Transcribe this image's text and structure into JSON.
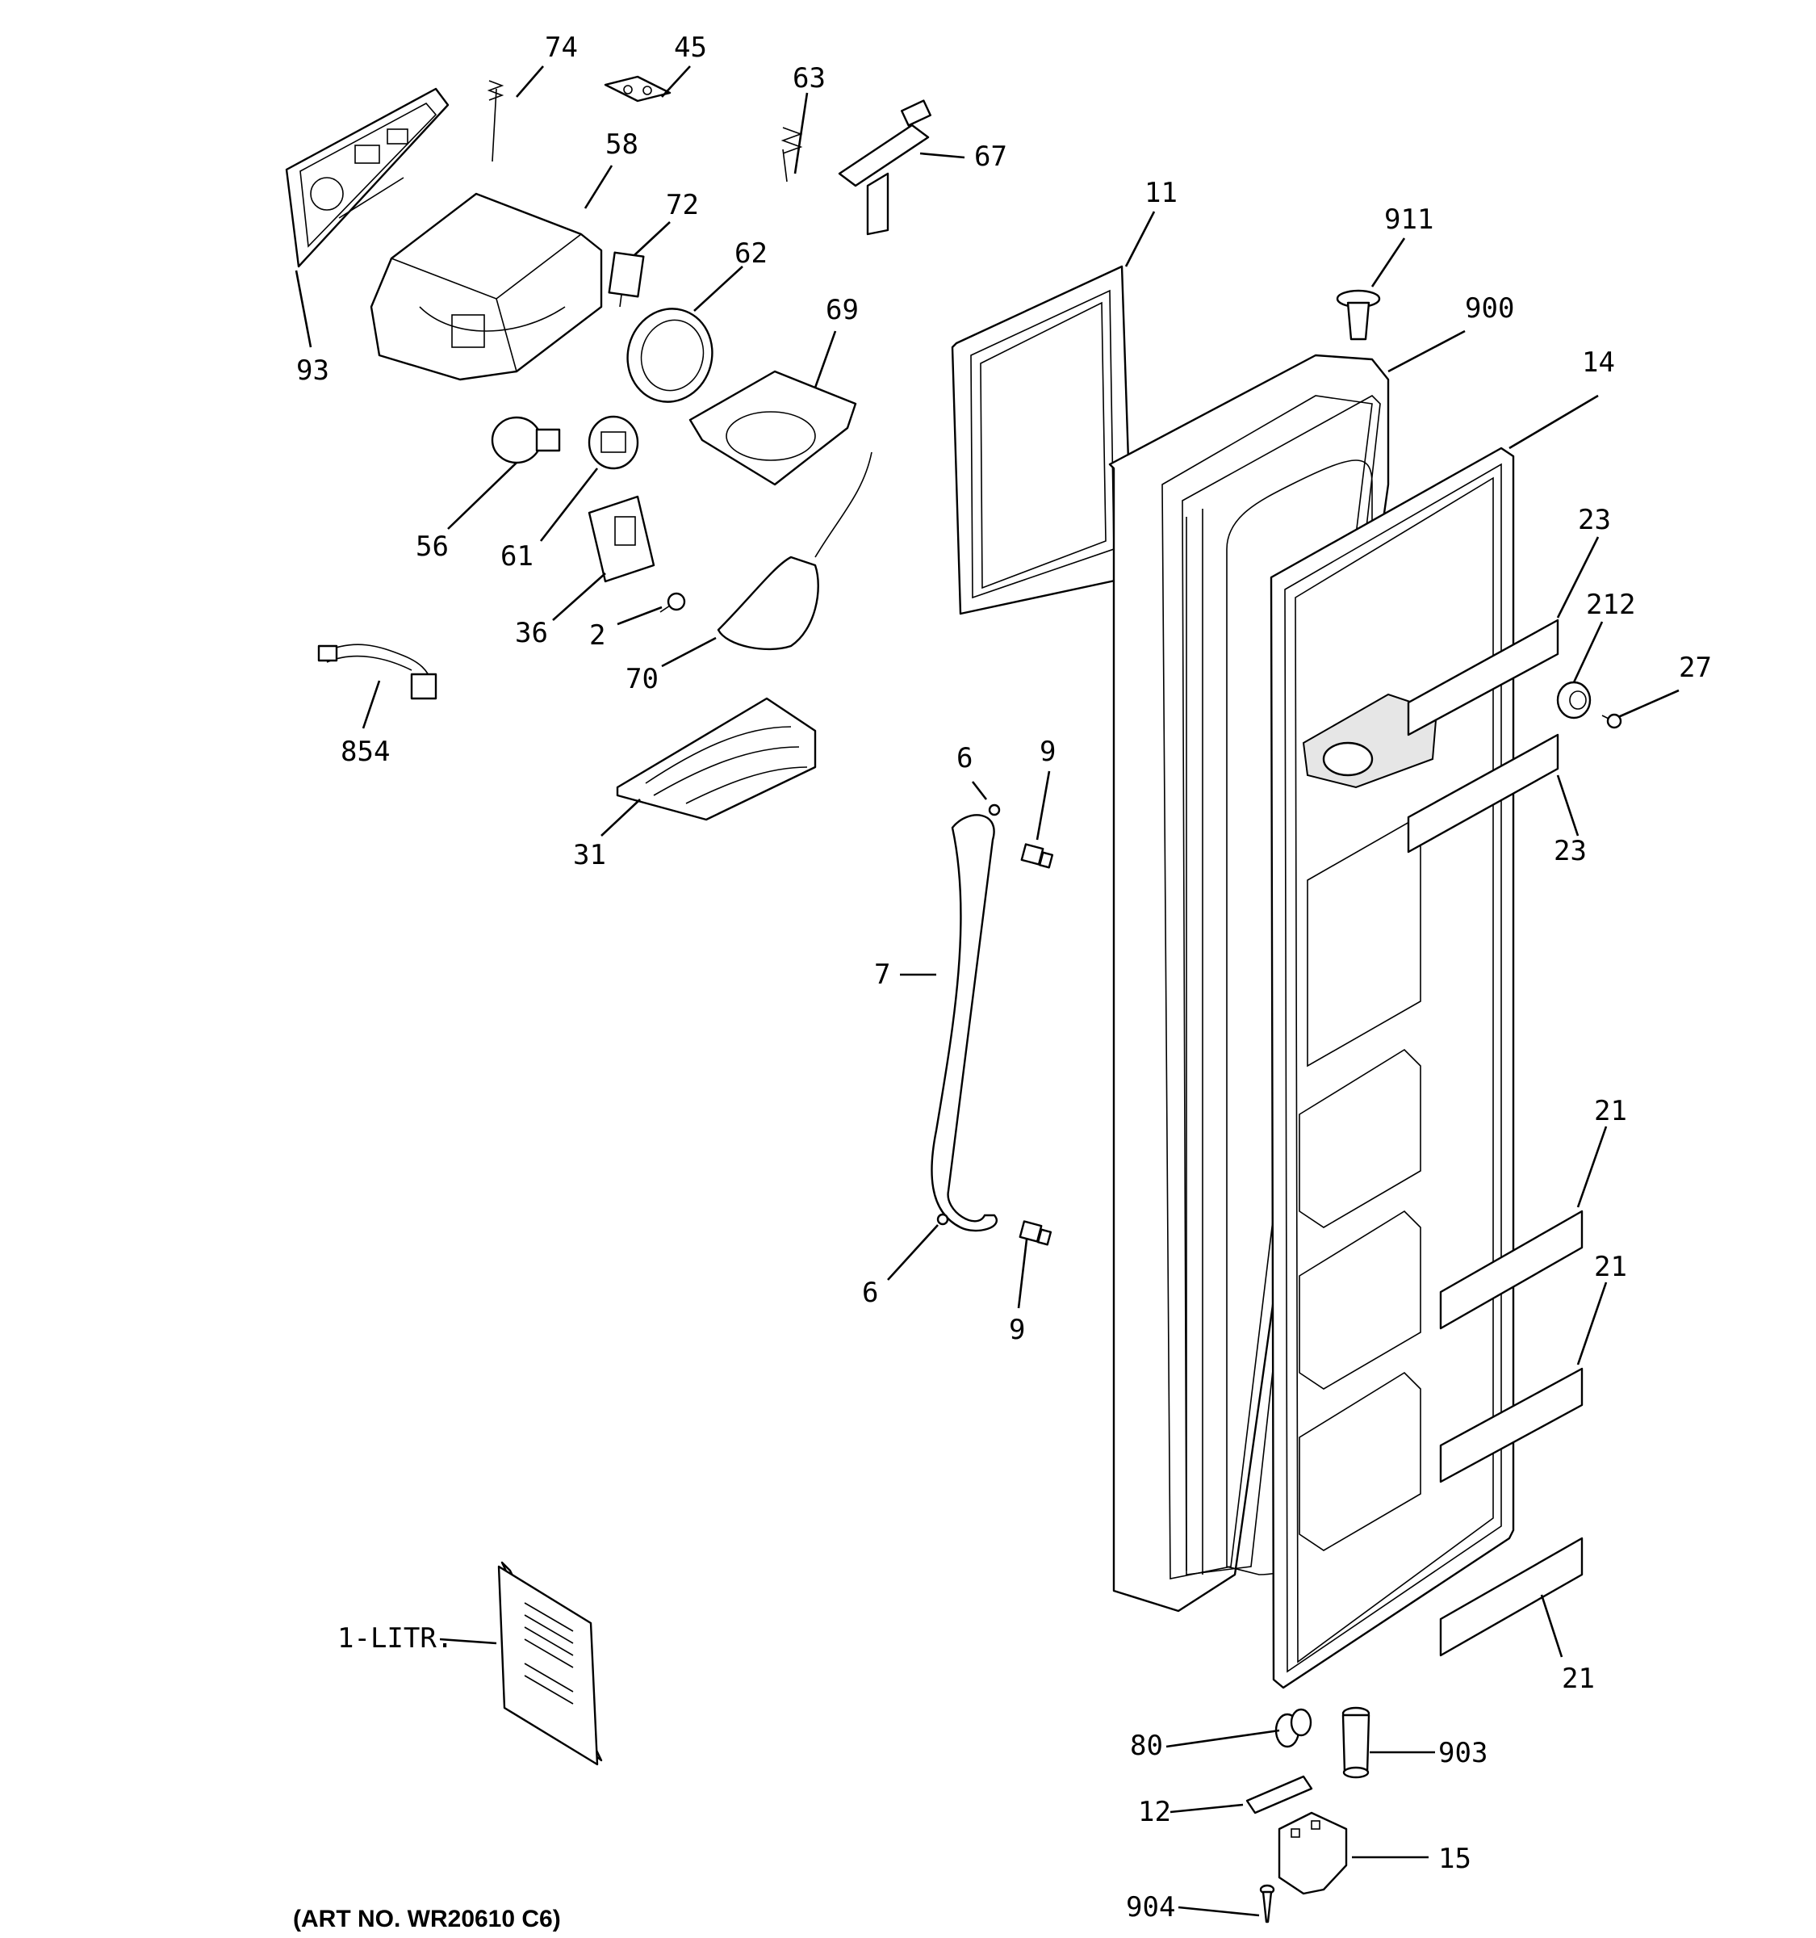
{
  "caption": "(ART NO. WR20610 C6)",
  "callouts": {
    "c74": "74",
    "c45": "45",
    "c63": "63",
    "c67": "67",
    "c58": "58",
    "c72": "72",
    "c62": "62",
    "c93": "93",
    "c69": "69",
    "c11": "11",
    "c911": "911",
    "c900": "900",
    "c14": "14",
    "c56": "56",
    "c61": "61",
    "c36": "36",
    "c2": "2",
    "c70": "70",
    "c23a": "23",
    "c212": "212",
    "c27": "27",
    "c854": "854",
    "c6a": "6",
    "c9a": "9",
    "c23b": "23",
    "c31": "31",
    "c7": "7",
    "c21a": "21",
    "c6b": "6",
    "c9b": "9",
    "c21b": "21",
    "c1litr": "1-LITR.",
    "c21c": "21",
    "c80": "80",
    "c903": "903",
    "c12": "12",
    "c15": "15",
    "c904": "904"
  }
}
